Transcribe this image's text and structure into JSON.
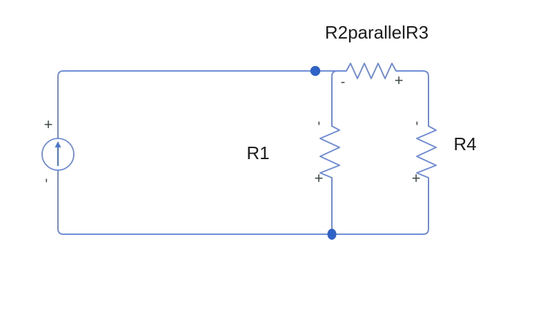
{
  "circuit": {
    "background": "#ffffff",
    "colors": {
      "wire": "#6e8bd5",
      "junction_dot": "#2f62c6",
      "source_arrow": "#4b79cf",
      "label_text": "#1c1c1c",
      "polarity_text": "#3e4b47",
      "source_fill": "#ffffff"
    },
    "components": {
      "current_source": {
        "plus": "+",
        "minus": "-"
      },
      "resistor_r1": {
        "label": "R1",
        "plus": "+",
        "minus": "-"
      },
      "resistor_r2_parallel_r3": {
        "label": "R2parallelR3",
        "plus": "+",
        "minus": "-"
      },
      "resistor_r4": {
        "label": "R4",
        "plus": "+",
        "minus": "-"
      }
    }
  }
}
